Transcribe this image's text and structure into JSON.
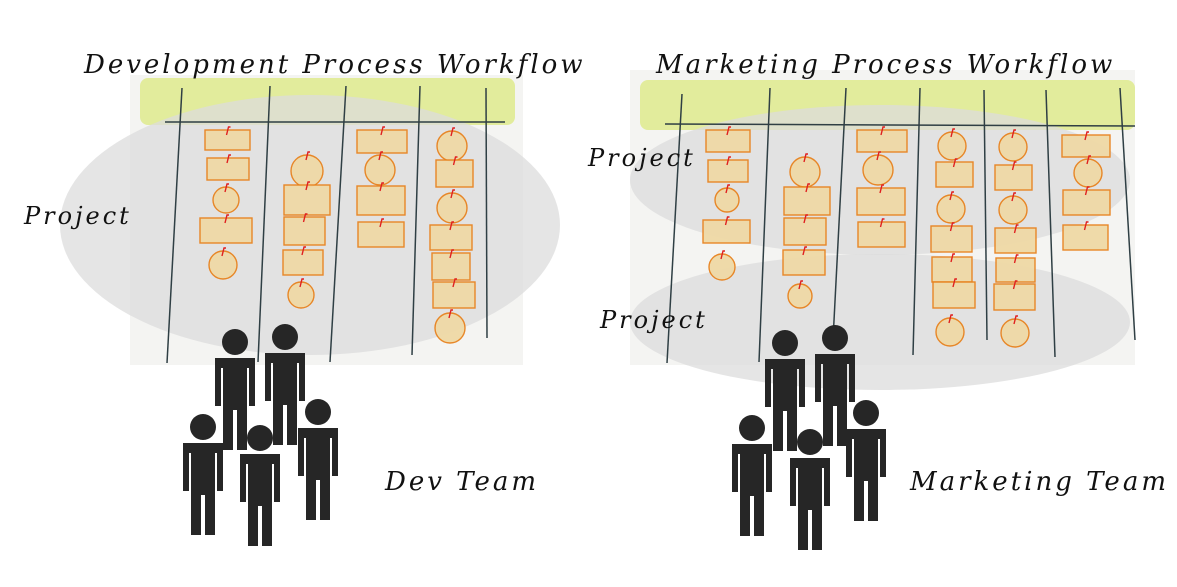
{
  "diagrams": [
    {
      "title": "Development Process Workflow",
      "project_labels": [
        "Project"
      ],
      "team_label": "Dev Team"
    },
    {
      "title": "Marketing Process Workflow",
      "project_labels": [
        "Project",
        "Project"
      ],
      "team_label": "Marketing Team"
    }
  ],
  "colors": {
    "header_bar": "#e2ec9c",
    "board": "#f4f4f2",
    "project_ellipse": "#dcdcdc",
    "card_fill": "#efd9a6",
    "card_stroke": "#e8821e",
    "card_mark": "#e02020",
    "lane_line": "#2f3f44",
    "person": "#262626"
  },
  "icons": {
    "team_member": "person-icon",
    "work_item": "sticky-note-icon"
  }
}
